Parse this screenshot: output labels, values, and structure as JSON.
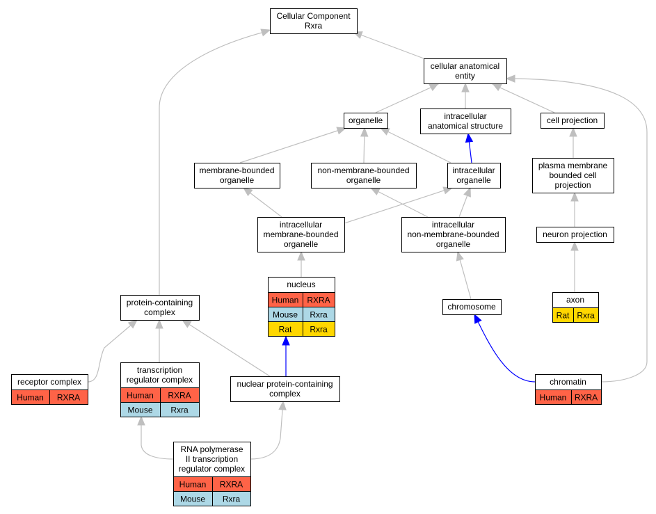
{
  "colors": {
    "edge_gray": "#bfbfbf",
    "edge_blue": "#0000ff",
    "human": "#ff6347",
    "mouse": "#add8e6",
    "rat": "#ffd700",
    "node_border": "#000000",
    "background": "#ffffff"
  },
  "nodes": {
    "cc_rxra": {
      "lines": [
        "Cellular Component",
        "Rxra"
      ]
    },
    "cae": {
      "lines": [
        "cellular anatomical",
        "entity"
      ]
    },
    "organelle": {
      "lines": [
        "organelle"
      ]
    },
    "ias": {
      "lines": [
        "intracellular",
        "anatomical structure"
      ]
    },
    "cellproj": {
      "lines": [
        "cell projection"
      ]
    },
    "mbo": {
      "lines": [
        "membrane-bounded",
        "organelle"
      ]
    },
    "nmbo": {
      "lines": [
        "non-membrane-bounded",
        "organelle"
      ]
    },
    "io": {
      "lines": [
        "intracellular",
        "organelle"
      ]
    },
    "pmbcp": {
      "lines": [
        "plasma membrane",
        "bounded cell",
        "projection"
      ]
    },
    "imbo": {
      "lines": [
        "intracellular",
        "membrane-bounded",
        "organelle"
      ]
    },
    "inmbo": {
      "lines": [
        "intracellular",
        "non-membrane-bounded",
        "organelle"
      ]
    },
    "neuronproj": {
      "lines": [
        "neuron projection"
      ]
    },
    "nucleus": {
      "lines": [
        "nucleus"
      ],
      "rows": [
        [
          "Human",
          "RXRA"
        ],
        [
          "Mouse",
          "Rxra"
        ],
        [
          "Rat",
          "Rxra"
        ]
      ]
    },
    "pcc": {
      "lines": [
        "protein-containing",
        "complex"
      ]
    },
    "chromosome": {
      "lines": [
        "chromosome"
      ]
    },
    "axon": {
      "lines": [
        "axon"
      ],
      "rows": [
        [
          "Rat",
          "Rxra"
        ]
      ]
    },
    "receptor": {
      "lines": [
        "receptor complex"
      ],
      "rows": [
        [
          "Human",
          "RXRA"
        ]
      ]
    },
    "trc": {
      "lines": [
        "transcription",
        "regulator complex"
      ],
      "rows": [
        [
          "Human",
          "RXRA"
        ],
        [
          "Mouse",
          "Rxra"
        ]
      ]
    },
    "npcc": {
      "lines": [
        "nuclear protein-containing",
        "complex"
      ]
    },
    "chromatin": {
      "lines": [
        "chromatin"
      ],
      "rows": [
        [
          "Human",
          "RXRA"
        ]
      ]
    },
    "rnapol": {
      "lines": [
        "RNA polymerase",
        "II transcription",
        "regulator complex"
      ],
      "rows": [
        [
          "Human",
          "RXRA"
        ],
        [
          "Mouse",
          "Rxra"
        ]
      ]
    }
  },
  "edges": [
    {
      "from": "cae",
      "to": "cc_rxra",
      "color": "gray"
    },
    {
      "from": "pcc",
      "to": "cc_rxra",
      "color": "gray"
    },
    {
      "from": "organelle",
      "to": "cae",
      "color": "gray"
    },
    {
      "from": "ias",
      "to": "cae",
      "color": "gray"
    },
    {
      "from": "cellproj",
      "to": "cae",
      "color": "gray"
    },
    {
      "from": "chromatin",
      "to": "cae",
      "color": "gray"
    },
    {
      "from": "mbo",
      "to": "organelle",
      "color": "gray"
    },
    {
      "from": "nmbo",
      "to": "organelle",
      "color": "gray"
    },
    {
      "from": "io",
      "to": "organelle",
      "color": "gray"
    },
    {
      "from": "io",
      "to": "ias",
      "color": "blue"
    },
    {
      "from": "pmbcp",
      "to": "cellproj",
      "color": "gray"
    },
    {
      "from": "imbo",
      "to": "mbo",
      "color": "gray"
    },
    {
      "from": "imbo",
      "to": "io",
      "color": "gray"
    },
    {
      "from": "inmbo",
      "to": "nmbo",
      "color": "gray"
    },
    {
      "from": "inmbo",
      "to": "io",
      "color": "gray"
    },
    {
      "from": "neuronproj",
      "to": "pmbcp",
      "color": "gray"
    },
    {
      "from": "nucleus",
      "to": "imbo",
      "color": "gray"
    },
    {
      "from": "chromosome",
      "to": "inmbo",
      "color": "gray"
    },
    {
      "from": "axon",
      "to": "neuronproj",
      "color": "gray"
    },
    {
      "from": "receptor",
      "to": "pcc",
      "color": "gray"
    },
    {
      "from": "trc",
      "to": "pcc",
      "color": "gray"
    },
    {
      "from": "npcc",
      "to": "pcc",
      "color": "gray"
    },
    {
      "from": "npcc",
      "to": "nucleus",
      "color": "blue"
    },
    {
      "from": "chromatin",
      "to": "chromosome",
      "color": "blue"
    },
    {
      "from": "rnapol",
      "to": "trc",
      "color": "gray"
    },
    {
      "from": "rnapol",
      "to": "npcc",
      "color": "gray"
    }
  ]
}
